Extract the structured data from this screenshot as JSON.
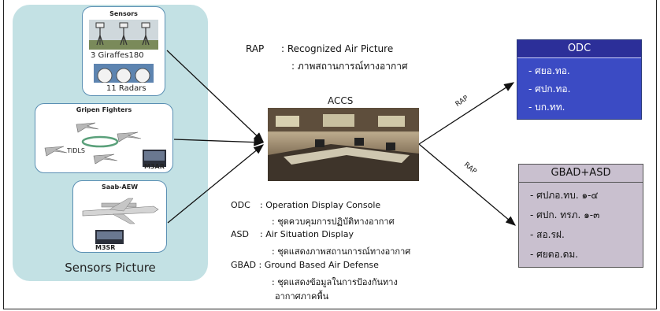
{
  "sensors": {
    "box1_title": "Sensors",
    "giraffe_label": "3 Giraffes180",
    "radar_label": "11 Radars",
    "box2_title": "Gripen Fighters",
    "tidls_label": "TIDLS",
    "m3ar_label": "M3AR",
    "box3_title": "Saab-AEW",
    "m3sr_label": "M3SR",
    "panel_title": "Sensors Picture"
  },
  "rap_def": {
    "abbr": "RAP",
    "en": ": Recognized Air Picture",
    "th": ": ภาพสถานการณ์ทางอากาศ"
  },
  "accs": {
    "title": "ACCS"
  },
  "defs": {
    "odc_abbr": "ODC",
    "odc_en": ": Operation Display Console",
    "odc_th": ": ชุดควบคุมการปฏิบัติทางอากาศ",
    "asd_abbr": "ASD",
    "asd_en": ": Air Situation Display",
    "asd_th": ": ชุดแสดงภาพสถานการณ์ทางอากาศ",
    "gbad_en": "GBAD : Ground Based Air Defense",
    "gbad_th1": ": ชุดแสดงข้อมูลในการป้องกันทาง",
    "gbad_th2": "อากาศภาคพื้น"
  },
  "arrows": {
    "rap_top": "RAP",
    "rap_bottom": "RAP"
  },
  "odc_box": {
    "title": "ODC",
    "items": [
      "- ศยอ.ทอ.",
      "- ศปก.ทอ.",
      "- บก.ทท."
    ],
    "header_color": "#2c2f99",
    "body_color": "#3b4bc4"
  },
  "gbad_box": {
    "title": "GBAD+ASD",
    "items": [
      "- ศปภอ.ทบ. ๑-๔",
      "- ศปก. ทรภ. ๑-๓",
      "- สอ.รฝ.",
      "- ศยตอ.ดม."
    ],
    "color": "#c9c0cf"
  },
  "colors": {
    "panel": "#c3e1e4",
    "box_border": "#5a8fb3"
  }
}
